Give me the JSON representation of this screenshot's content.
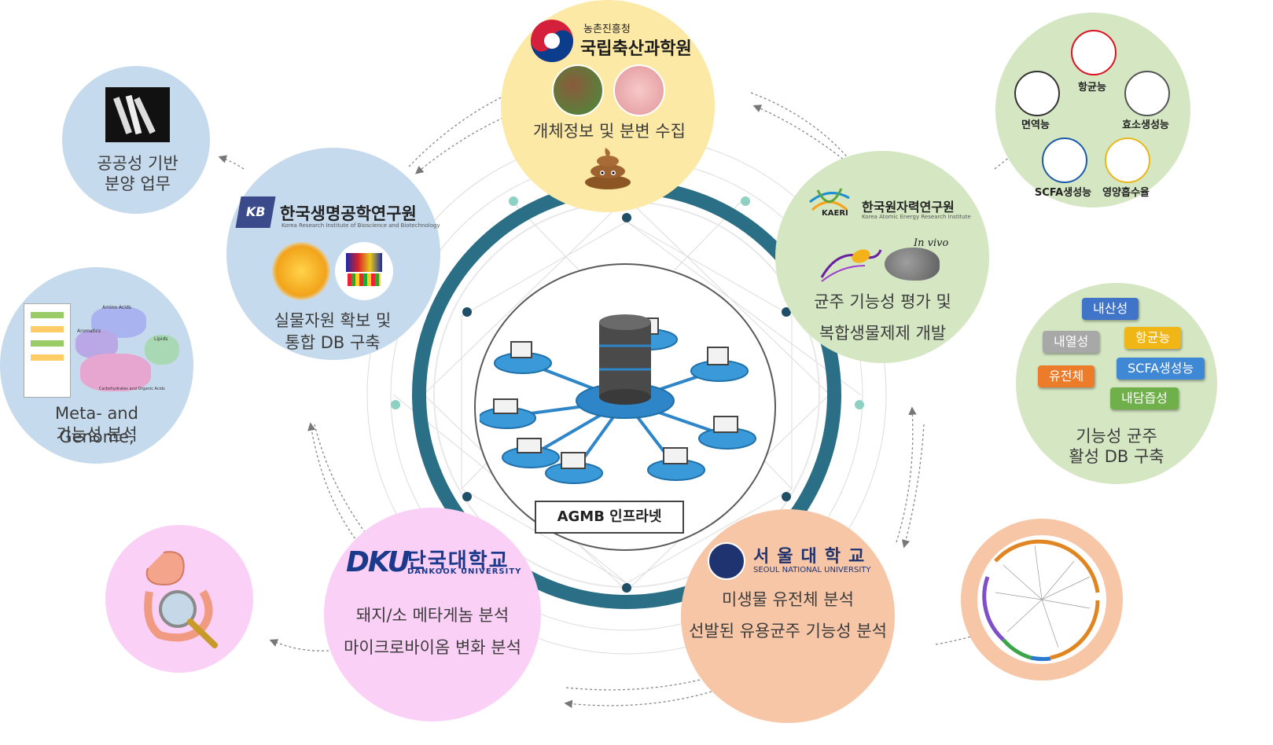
{
  "center": {
    "label": "AGMB 인프라넷"
  },
  "top": {
    "agency": "농촌진흥청",
    "institute": "국립축산과학원",
    "caption": "개체정보 및 분변 수집"
  },
  "kribb": {
    "name_kr": "한국생명공학연구원",
    "name_en": "Korea Research Institute of Bioscience and Biotechnology",
    "caption_line1": "실물자원 확보 및",
    "caption_line2": "통합 DB 구축"
  },
  "kaeri": {
    "abbr": "KAERI",
    "name_kr": "한국원자력연구원",
    "name_en": "Korea Atomic Energy Research Institute",
    "invivo": "In vivo",
    "caption_line1": "균주 기능성  평가 및",
    "caption_line2": "복합생물제제 개발"
  },
  "dku": {
    "logo": "DKU",
    "name_kr": "단국대학교",
    "name_en": "DANKOOK UNIVERSITY",
    "caption_line1": "돼지/소 메타게놈 분석",
    "caption_line2": "마이크로바이옴 변화 분석"
  },
  "snu": {
    "name_kr": "서울대학교",
    "name_en": "SEOUL NATIONAL UNIVERSITY",
    "caption_line1": "미생물 유전체 분석",
    "caption_line2": "선발된 유용균주 기능성 분석"
  },
  "public": {
    "line1": "공공성 기반",
    "line2": "분양 업무"
  },
  "meta": {
    "line1": "Meta- and Genome,",
    "line2": "기능성 분석"
  },
  "function_icons": {
    "antibacterial": "항균능",
    "immune": "면역능",
    "enzyme": "효소생성능",
    "scfa": "SCFA생성능",
    "nutrient": "영양흡수율"
  },
  "db_tags": {
    "acid": "내산성",
    "heat": "내열성",
    "antibacterial": "항균능",
    "genome": "유전체",
    "scfa": "SCFA생성능",
    "bile": "내담즙성",
    "caption_line1": "기능성 균주",
    "caption_line2": "활성 DB 구축"
  },
  "meta_map_labels": {
    "amino": "Amino Acids",
    "aromatics": "Aromatics",
    "lipids": "Lipids",
    "carbs": "Carbohydrates and Organic Acids"
  },
  "colors": {
    "ring": "#2b6f86",
    "blue_circle": "#c5daed",
    "yellow_circle": "#fde9a6",
    "green_circle": "#d4e6c2",
    "pink_circle": "#fbd0f7",
    "peach_circle": "#f7c6a6"
  }
}
